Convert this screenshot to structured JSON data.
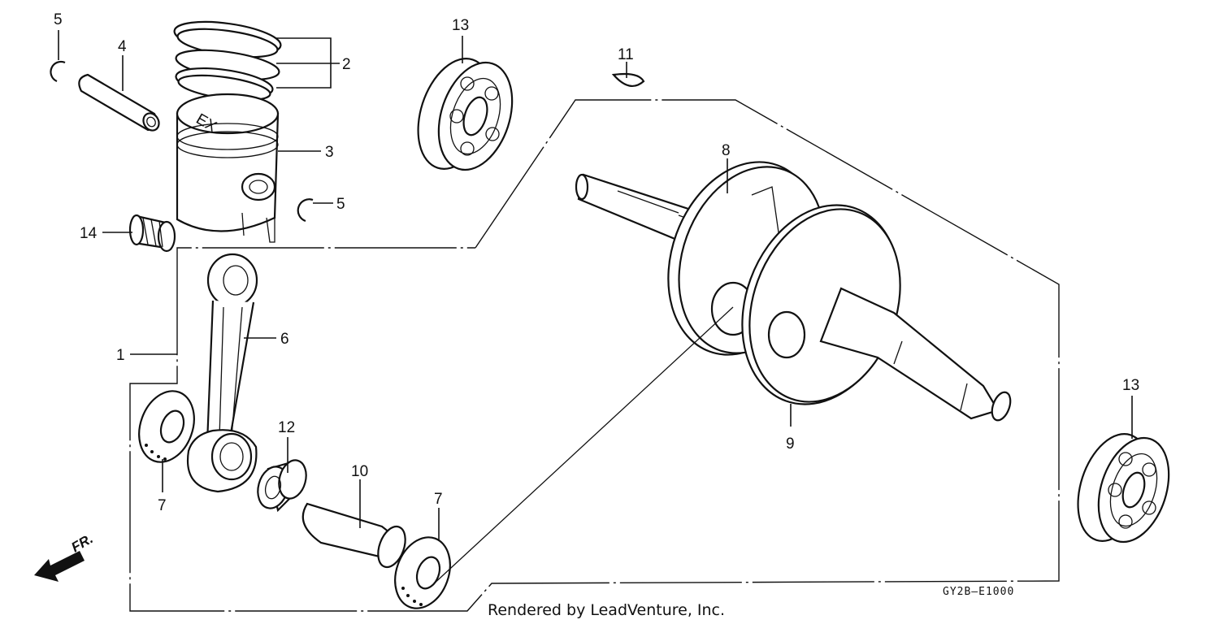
{
  "diagram": {
    "callouts": {
      "c1": "1",
      "c2": "2",
      "c3": "3",
      "c4": "4",
      "c5a": "5",
      "c5b": "5",
      "c6": "6",
      "c7a": "7",
      "c7b": "7",
      "c8": "8",
      "c9": "9",
      "c10": "10",
      "c11": "11",
      "c12": "12",
      "c13a": "13",
      "c13b": "13",
      "c14": "14"
    },
    "direction_label": "FR.",
    "drawing_code": "GY2B–E1000",
    "credit": "Rendered by LeadVenture, Inc."
  }
}
